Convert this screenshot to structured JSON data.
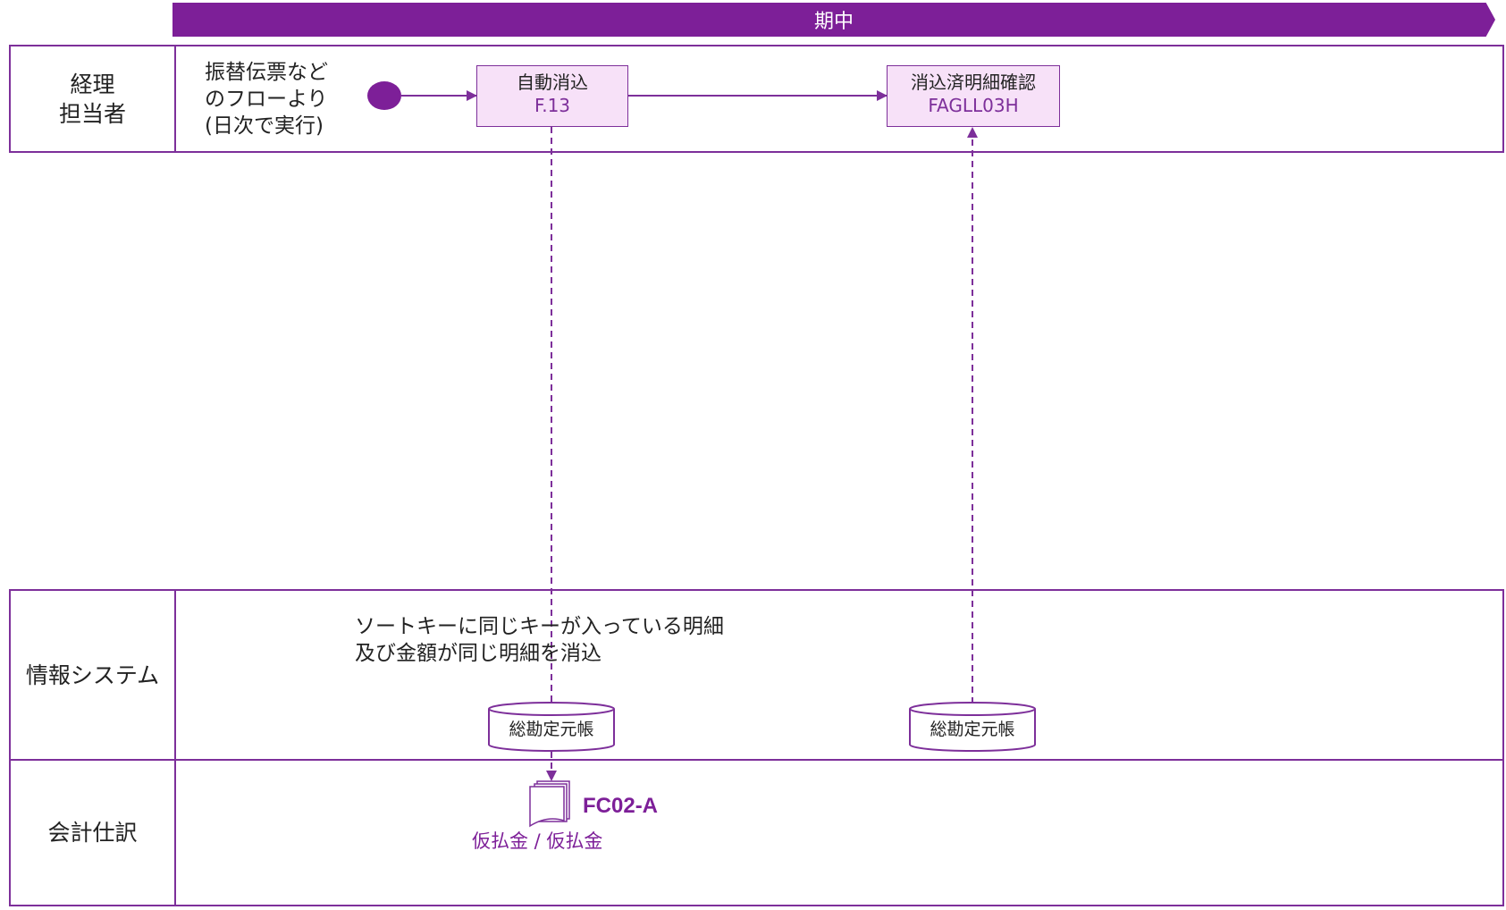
{
  "header": {
    "period_label": "期中"
  },
  "lanes": {
    "accounting_staff": {
      "label_line1": "経理",
      "label_line2": "担当者"
    },
    "information_system": {
      "label": "情報システム"
    },
    "journal_entry": {
      "label": "会計仕訳"
    }
  },
  "start_event": {
    "note_line1": "振替伝票など",
    "note_line2": "のフローより",
    "note_line3": "(日次で実行)"
  },
  "process_auto_clear": {
    "title": "自動消込",
    "code": "F.13"
  },
  "process_confirm": {
    "title": "消込済明細確認",
    "code": "FAGLL03H"
  },
  "system_note": {
    "line1": "ソートキーに同じキーが入っている明細",
    "line2": "及び金額が同じ明細を消込"
  },
  "datastores": [
    {
      "label": "総勘定元帳"
    },
    {
      "label": "総勘定元帳"
    }
  ],
  "journal": {
    "id": "FC02-A",
    "entry": "仮払金 / 仮払金"
  },
  "colors": {
    "accent": "#7d1f98",
    "border": "#7d2f9a",
    "process_fill": "#f7e1f8"
  }
}
